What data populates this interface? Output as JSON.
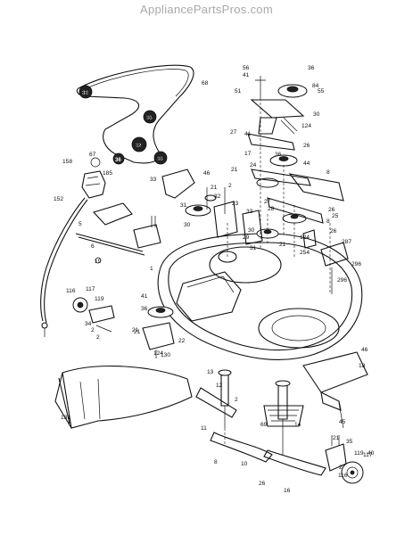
{
  "watermark": "AppliancePartsPros.com",
  "callouts": [
    "68",
    "32",
    "36",
    "32",
    "36",
    "67",
    "158",
    "185",
    "152",
    "5",
    "6",
    "19",
    "116",
    "117",
    "119",
    "34",
    "2",
    "21",
    "22",
    "124",
    "130",
    "131",
    "41",
    "36",
    "13",
    "12",
    "2",
    "11",
    "8",
    "10",
    "26",
    "16",
    "69",
    "14",
    "45",
    "46",
    "18",
    "21",
    "35",
    "119",
    "117",
    "2",
    "116",
    "40",
    "56",
    "41",
    "36",
    "84",
    "55",
    "51",
    "124",
    "30",
    "27",
    "41",
    "26",
    "8",
    "17",
    "21",
    "24",
    "36",
    "44",
    "46",
    "33",
    "21",
    "32",
    "31",
    "30",
    "2",
    "23",
    "27",
    "33",
    "28",
    "30",
    "31",
    "29",
    "21",
    "26",
    "8",
    "25",
    "26",
    "124",
    "254",
    "287",
    "296",
    "296",
    "1",
    "21",
    "2"
  ]
}
